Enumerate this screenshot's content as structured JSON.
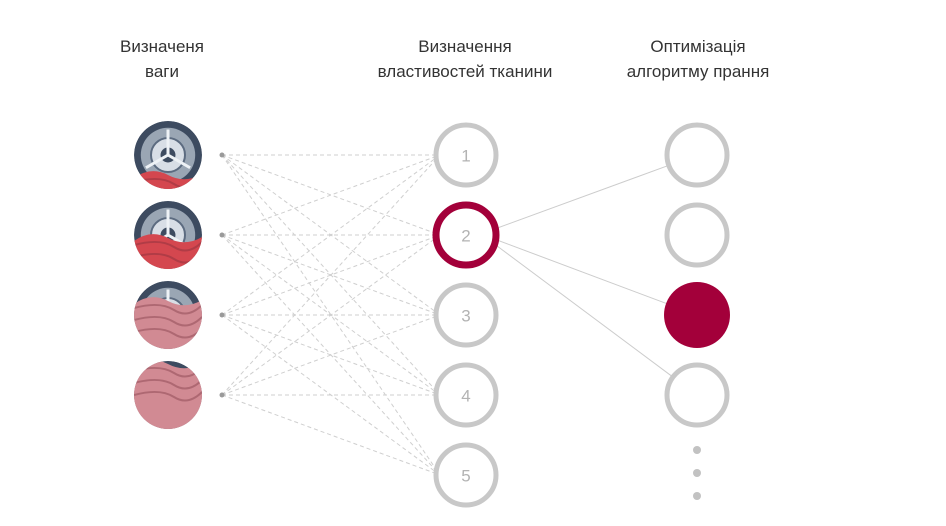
{
  "columns": {
    "weight": {
      "line1": "Визначеня",
      "line2": "ваги"
    },
    "fabric": {
      "line1": "Визначення",
      "line2": "властивостей тканини"
    },
    "algorithm": {
      "line1": "Оптимізація",
      "line2": "алгоритму прання"
    }
  },
  "weight_inputs": [
    {
      "icon": "drum-small-load-icon",
      "fill_level": 0.25
    },
    {
      "icon": "drum-medium-load-icon",
      "fill_level": 0.5
    },
    {
      "icon": "drum-large-load-icon",
      "fill_level": 0.75
    },
    {
      "icon": "drum-full-load-icon",
      "fill_level": 1.0
    }
  ],
  "fabric_nodes": [
    {
      "label": "1",
      "active": false
    },
    {
      "label": "2",
      "active": true
    },
    {
      "label": "3",
      "active": false
    },
    {
      "label": "4",
      "active": false
    },
    {
      "label": "5",
      "active": false
    }
  ],
  "algorithm_nodes": [
    {
      "active": false
    },
    {
      "active": false
    },
    {
      "active": true
    },
    {
      "active": false
    }
  ],
  "selected_links": [
    {
      "from_fabric": 2,
      "to_algorithm": 1
    },
    {
      "from_fabric": 2,
      "to_algorithm": 3
    },
    {
      "from_fabric": 2,
      "to_algorithm": 4
    }
  ],
  "colors": {
    "accent": "#a3003a",
    "ring": "#c8c8c8",
    "dashed_line": "#cfcfcf",
    "solid_line": "#cccccc",
    "fabric_pink": "#d18a93",
    "fabric_red": "#d4474f",
    "drum_steel": "#9aa6b4",
    "dot": "#c2c2c2"
  }
}
